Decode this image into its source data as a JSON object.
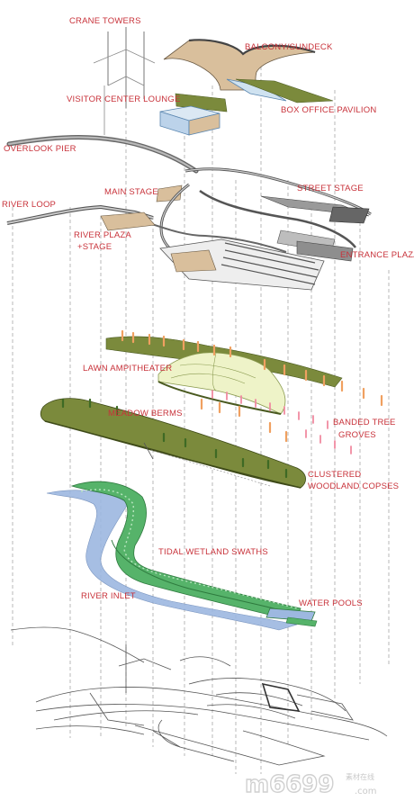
{
  "labels": {
    "crane_towers": "CRANE TOWERS",
    "balcony_sundeck": "BALCONY/SUNDECK",
    "visitor_center_lounge": "VISITOR CENTER LOUNGE",
    "box_office_pavilion": "BOX OFFICE PAVILION",
    "overlook_pier": "OVERLOOK PIER",
    "main_stage": "MAIN STAGE",
    "street_stage": "STREET STAGE",
    "river_loop": "RIVER LOOP",
    "river_plaza_line1": "RIVER PLAZA",
    "river_plaza_line2": "+STAGE",
    "entrance_plaza": "ENTRANCE PLAZA",
    "lawn_ampitheater": "LAWN AMPITHEATER",
    "meadow_berms": "MEADOW BERMS",
    "banded_tree_line1": "BANDED TREE",
    "banded_tree_line2": "GROVES",
    "clustered_line1": "CLUSTERED",
    "clustered_line2": "WOODLAND COPSES",
    "tidal_wetland_swaths": "TIDAL WETLAND SWATHS",
    "river_inlet": "RIVER INLET",
    "water_pools": "WATER POOLS"
  },
  "watermark": {
    "main": "m6699",
    "tagline": "素材在线",
    "suffix": ".com"
  },
  "colors": {
    "label": "#c8323a",
    "tan": "#d9bf9c",
    "olive": "#7a8a3a",
    "lawn": "#eef3c8",
    "grove_orange": "#f0a060",
    "grove_pink": "#f08aa0",
    "wetland_green": "#56b36a",
    "river_blue": "#9db8e0",
    "line_gray": "#555555"
  }
}
